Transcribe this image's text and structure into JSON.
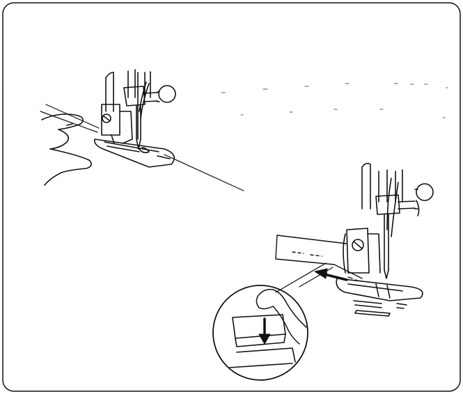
{
  "figure": {
    "style": "black line-art technical illustration",
    "stroke_color": "#111111",
    "background_color": "#ffffff",
    "panels": [
      {
        "name": "presser-foot-with-threads-pulled-back",
        "icons": [
          "needle-icon",
          "presser-foot-icon",
          "hand-icon",
          "thread-icon"
        ]
      },
      {
        "name": "reverse-sewing-lever-demonstration",
        "icons": [
          "needle-icon",
          "presser-foot-icon",
          "fabric-icon",
          "reverse-arrow-icon",
          "magnifier-icon",
          "reverse-lever-icon",
          "down-arrow-icon"
        ]
      }
    ]
  }
}
